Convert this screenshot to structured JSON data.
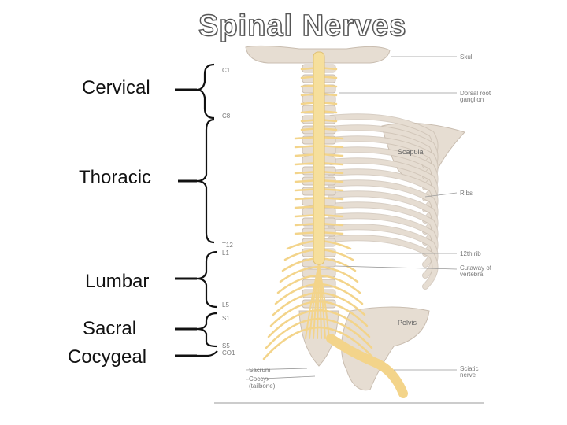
{
  "title": "Spinal Nerves",
  "regions": {
    "cervical": "Cervical",
    "thoracic": "Thoracic",
    "lumbar": "Lumbar",
    "sacral": "Sacral",
    "coccygeal": "Cocygeal"
  },
  "levels": {
    "c1": "C1",
    "c8": "C8",
    "t12": "T12",
    "l1": "L1",
    "l5": "L5",
    "s1": "S1",
    "s5": "S5",
    "co1": "CO1"
  },
  "labels": {
    "skull": "Skull",
    "drg_1": "Dorsal root",
    "drg_2": "ganglion",
    "scapula": "Scapula",
    "ribs": "Ribs",
    "rib12": "12th rib",
    "cutaway_1": "Cutaway of",
    "cutaway_2": "vertebra",
    "pelvis": "Pelvis",
    "sciatic_1": "Sciatic",
    "sciatic_2": "nerve",
    "sacrum": "Sacrum",
    "coccyx_1": "Coccyx",
    "coccyx_2": "(tailbone)"
  },
  "colors": {
    "bone": "#e6ddd2",
    "bone_edge": "#c9bdb0",
    "nerve": "#f3d48a",
    "cord": "#f6df9c",
    "bracket": "#111111"
  }
}
